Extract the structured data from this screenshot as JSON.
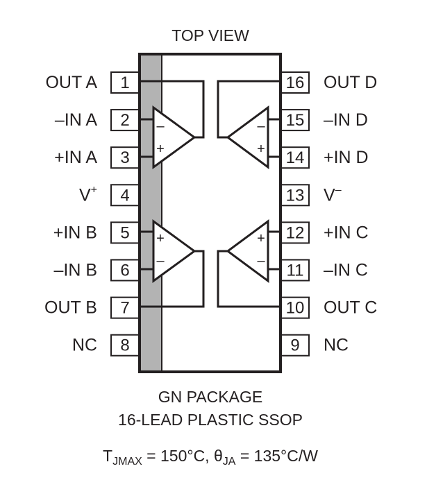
{
  "title": "TOP VIEW",
  "package_name": "GN PACKAGE",
  "package_type": "16-LEAD PLASTIC SSOP",
  "thermal": {
    "t_symbol": "T",
    "t_sub": "JMAX",
    "t_value": " = 150°C, ",
    "theta_symbol": "θ",
    "theta_sub": "JA",
    "theta_value": " = 135°C/W"
  },
  "pins_left": [
    {
      "number": "1",
      "label": "OUT A"
    },
    {
      "number": "2",
      "label": "–IN A"
    },
    {
      "number": "3",
      "label": "+IN A"
    },
    {
      "number": "4",
      "label": "V",
      "sup": "+"
    },
    {
      "number": "5",
      "label": "+IN B"
    },
    {
      "number": "6",
      "label": "–IN B"
    },
    {
      "number": "7",
      "label": "OUT B"
    },
    {
      "number": "8",
      "label": "NC"
    }
  ],
  "pins_right": [
    {
      "number": "16",
      "label": "OUT D"
    },
    {
      "number": "15",
      "label": "–IN D"
    },
    {
      "number": "14",
      "label": "+IN D"
    },
    {
      "number": "13",
      "label": "V",
      "sup": "–"
    },
    {
      "number": "12",
      "label": "+IN C"
    },
    {
      "number": "11",
      "label": "–IN C"
    },
    {
      "number": "10",
      "label": "OUT C"
    },
    {
      "number": "9",
      "label": "NC"
    }
  ],
  "amp_signs": {
    "minus": "–",
    "plus": "+"
  }
}
